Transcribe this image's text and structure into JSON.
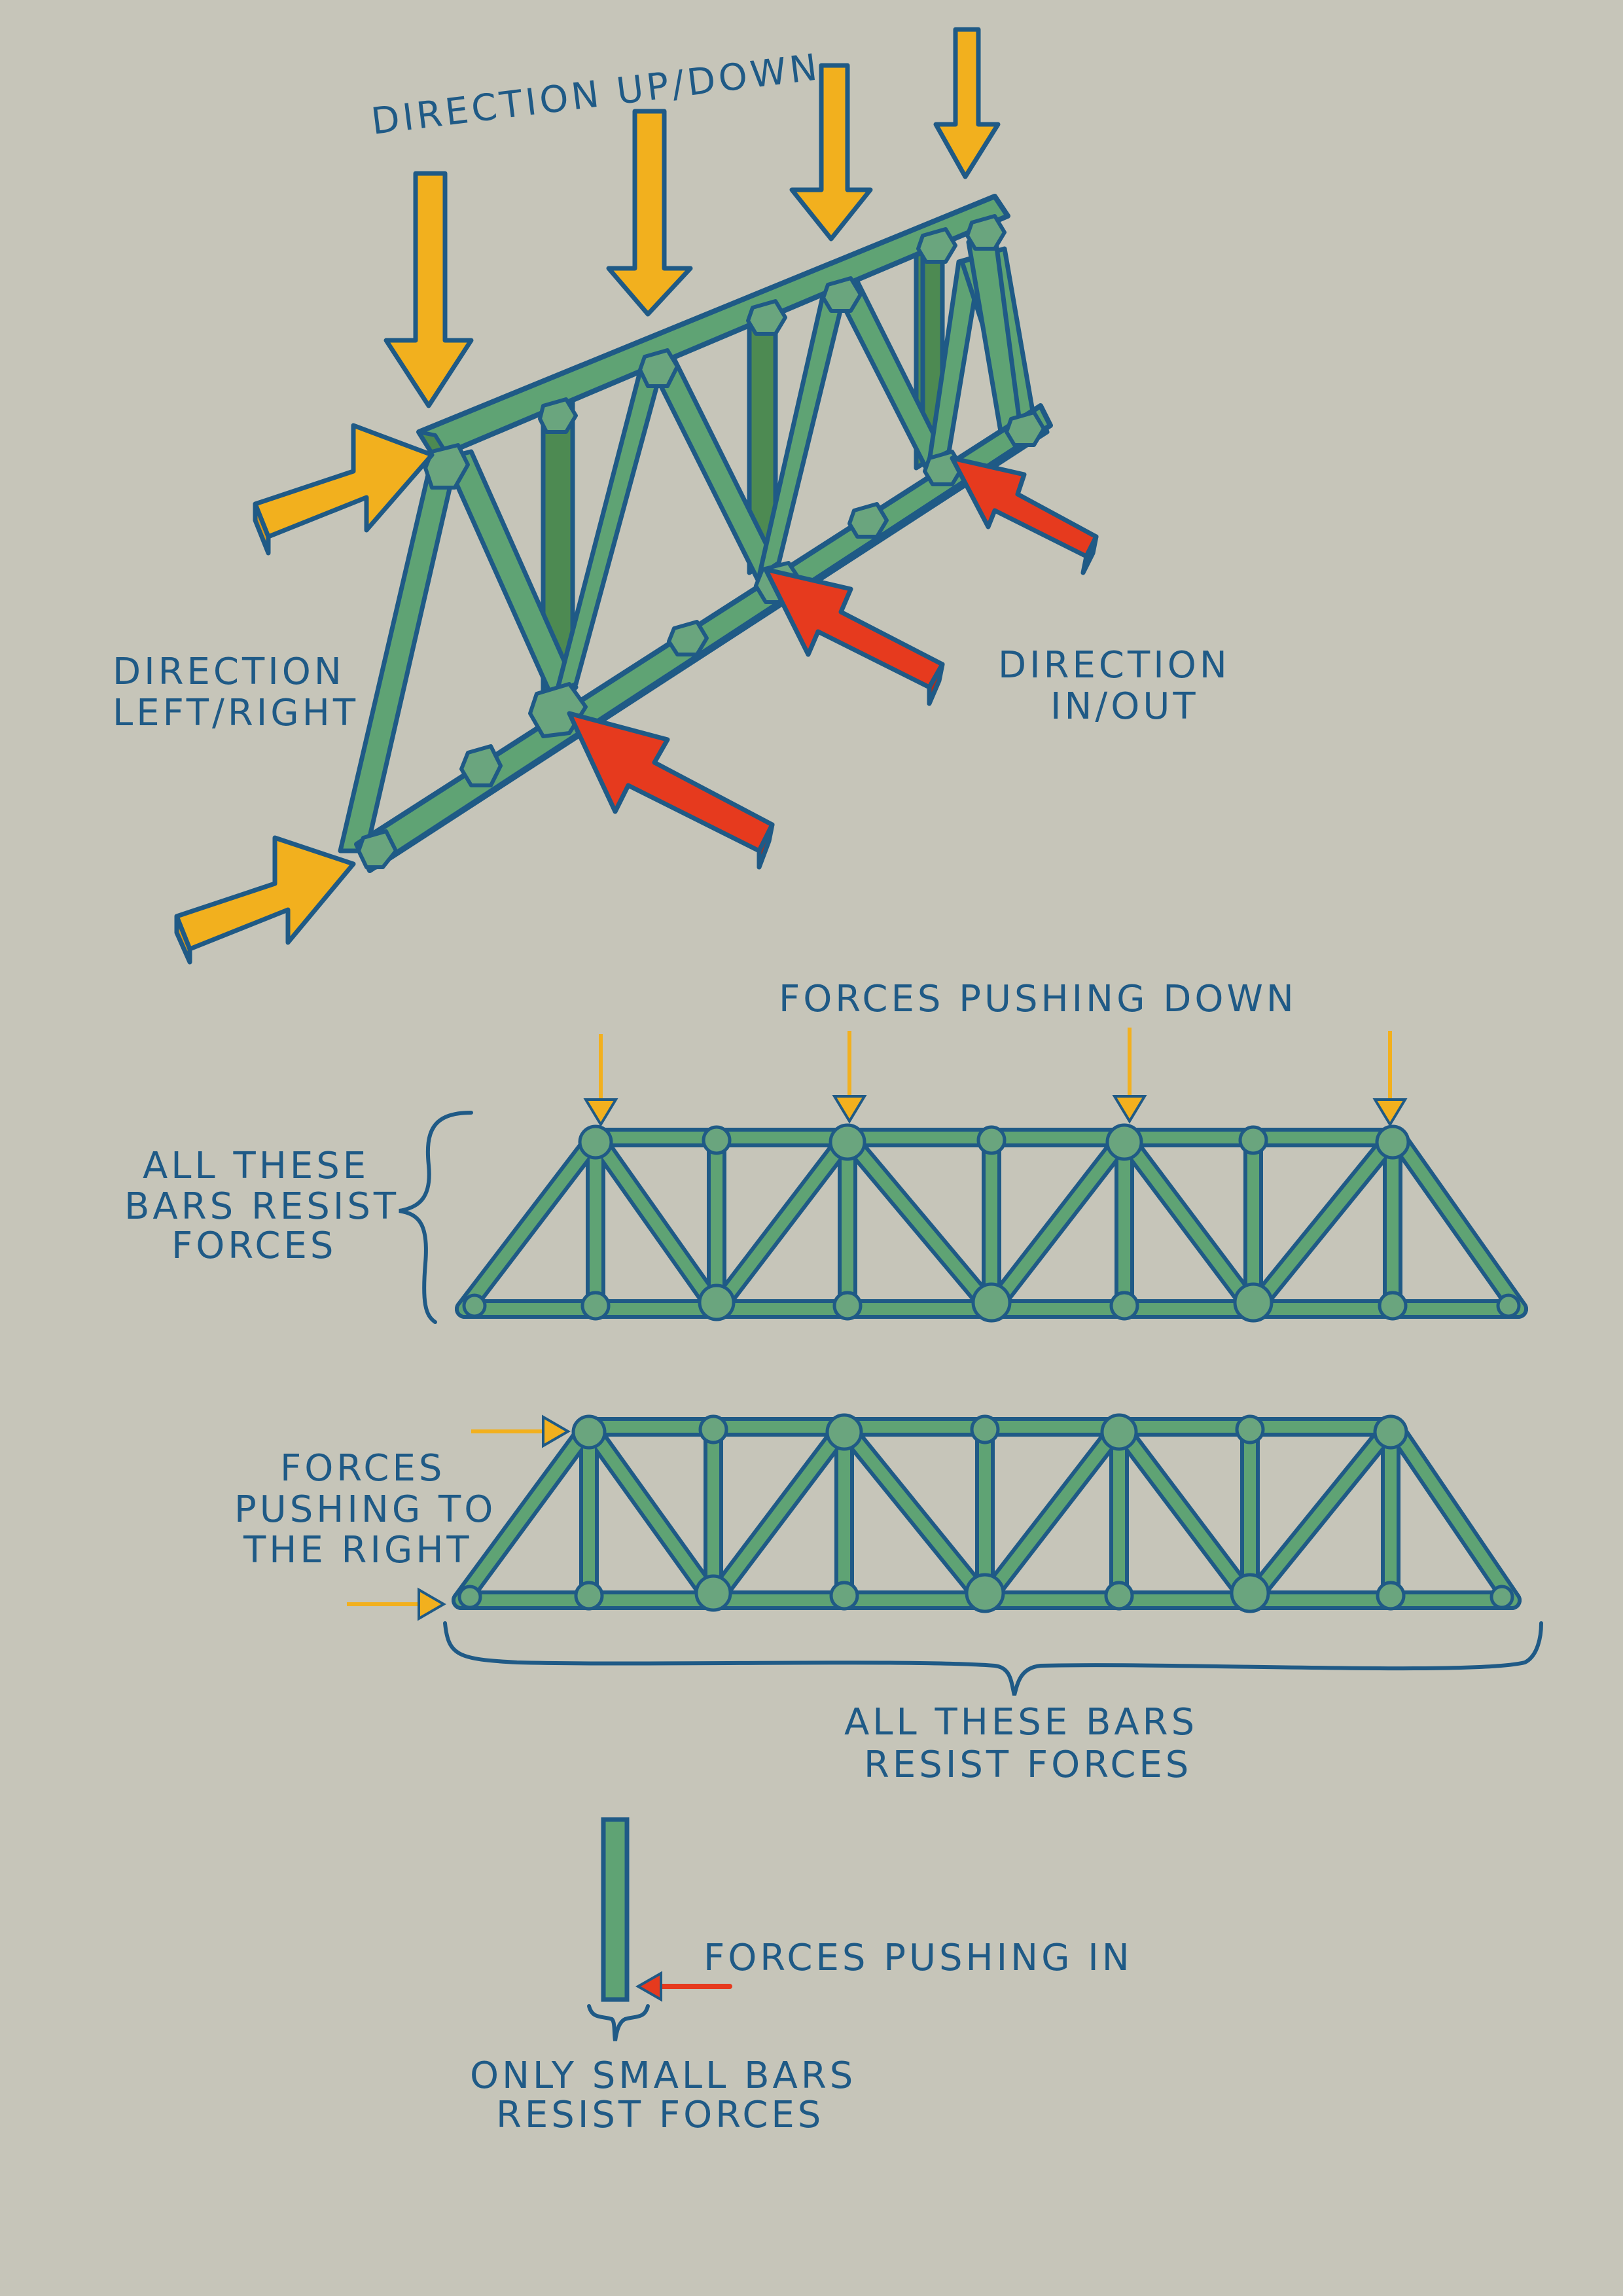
{
  "labels": {
    "direction_up_down": "DIRECTION UP/DOWN",
    "direction_left_right_1": "DIRECTION",
    "direction_left_right_2": "LEFT/RIGHT",
    "direction_in_out_1": "DIRECTION",
    "direction_in_out_2": "IN/OUT",
    "forces_pushing_down": "FORCES PUSHING DOWN",
    "all_these_bars_left_1": "ALL THESE",
    "all_these_bars_left_2": "BARS RESIST",
    "all_these_bars_left_3": "FORCES",
    "forces_right_1": "FORCES",
    "forces_right_2": "PUSHING TO",
    "forces_right_3": "THE RIGHT",
    "all_these_bars_bottom_1": "ALL THESE BARS",
    "all_these_bars_bottom_2": "RESIST FORCES",
    "forces_pushing_in": "FORCES PUSHING IN",
    "only_small_bars_1": "ONLY SMALL BARS",
    "only_small_bars_2": "RESIST FORCES"
  },
  "colors": {
    "background": "#c6c5b9",
    "ink": "#1f5a86",
    "truss_green": "#5fa374",
    "truss_dark": "#4d8a52",
    "arrow_yellow": "#f2b01e",
    "arrow_red": "#e63a1e"
  }
}
